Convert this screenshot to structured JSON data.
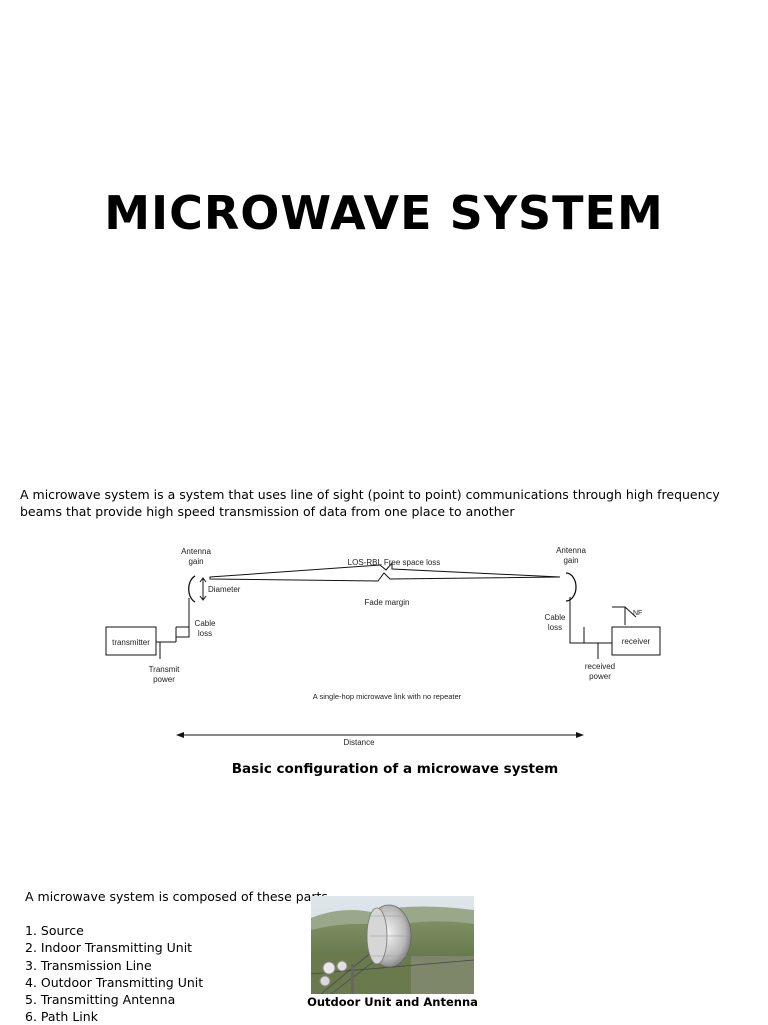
{
  "title": "MICROWAVE SYSTEM",
  "intro": "A microwave system is a system that uses line of sight (point to point) communications through high frequency beams that provide high speed transmission of data from one place to another",
  "diagram": {
    "antenna_gain_left": [
      "Antenna",
      "gain"
    ],
    "antenna_gain_right": [
      "Antenna",
      "gain"
    ],
    "diameter": "Diameter",
    "los_loss": "LOS-RBL Free space loss",
    "fade_margin": "Fade margin",
    "cable_loss_left": [
      "Cable",
      "loss"
    ],
    "cable_loss_right": [
      "Cable",
      "loss"
    ],
    "transmitter": "transmitter",
    "receiver": "receiver",
    "nf": "NF",
    "transmit_power": [
      "Transmit",
      "power"
    ],
    "received_power": [
      "received",
      "power"
    ],
    "note": "A single-hop microwave link with no repeater",
    "distance": "Distance"
  },
  "diagram_caption": "Basic configuration of a microwave system",
  "parts_lead": "A microwave system is composed of these parts",
  "parts": [
    "1. Source",
    "2. Indoor Transmitting Unit",
    "3. Transmission Line",
    "4. Outdoor Transmitting Unit",
    "5. Transmitting Antenna",
    "6. Path Link"
  ],
  "photo_caption": "Outdoor Unit and Antenna"
}
